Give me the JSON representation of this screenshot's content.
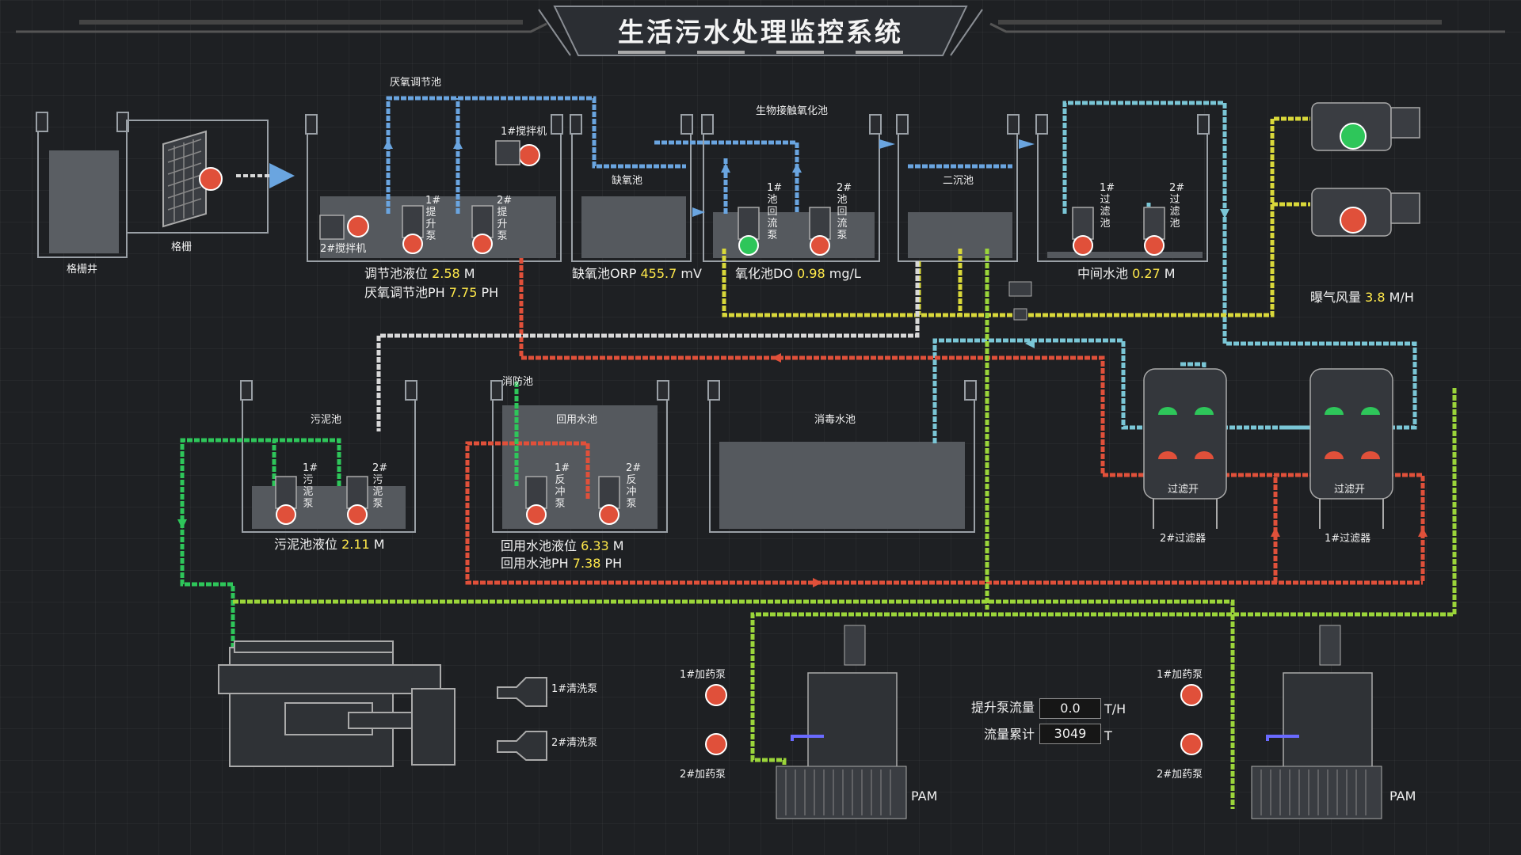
{
  "title": "生活污水处理监控系统",
  "colors": {
    "blue": "#6aa5e0",
    "green": "#2ec65a",
    "red": "#e0503a",
    "yellow": "#d9d83a",
    "lime": "#9bd53a",
    "cyan": "#7ac6d6",
    "white": "#d8d8d8",
    "value": "#ffe94a"
  },
  "labels": {
    "grid_well": "格栅井",
    "grid": "格栅",
    "anaerobic_reg_tank": "厌氧调节池",
    "stirrer1": "1#搅拌机",
    "stirrer2": "2#搅拌机",
    "lift_pump1": "1#提升泵",
    "lift_pump2": "2#提升泵",
    "anoxic_tank": "缺氧池",
    "bio_tank": "生物接触氧化池",
    "return_pump1": "1#池回流泵",
    "return_pump2": "2#池回流泵",
    "secondary_tank": "二沉池",
    "filter_pump1": "1#过滤池",
    "filter_pump2": "2#过滤池",
    "sludge_tank": "污泥池",
    "sludge_pump1": "1#污泥泵",
    "sludge_pump2": "2#污泥泵",
    "fire_tank": "消防池",
    "reuse_tank": "回用水池",
    "backwash_pump1": "1#反冲泵",
    "backwash_pump2": "2#反冲泵",
    "disinfect_tank": "消毒水池",
    "filter_open1": "过滤开",
    "filter_open2": "过滤开",
    "filter2": "2#过滤器",
    "filter1": "1#过滤器",
    "wash_pump1": "1#清洗泵",
    "wash_pump2": "2#清洗泵",
    "dose_pump1_a": "1#加药泵",
    "dose_pump2_a": "2#加药泵",
    "dose_pump1_b": "1#加药泵",
    "dose_pump2_b": "2#加药泵",
    "pam_a": "PAM",
    "pam_b": "PAM"
  },
  "readings": {
    "reg_level": {
      "label": "调节池液位 ",
      "value": "2.58",
      "unit": " M"
    },
    "reg_ph": {
      "label": "厌氧调节池PH ",
      "value": "7.75",
      "unit": " PH"
    },
    "anoxic_orp": {
      "label": "缺氧池ORP ",
      "value": "455.7",
      "unit": " mV"
    },
    "oxidation_do": {
      "label": "氧化池DO ",
      "value": "0.98",
      "unit": " mg/L"
    },
    "mid_level": {
      "label": "中间水池 ",
      "value": "0.27",
      "unit": " M"
    },
    "aeration": {
      "label": "曝气风量 ",
      "value": "3.8",
      "unit": " M/H"
    },
    "sludge_level": {
      "label": "污泥池液位 ",
      "value": "2.11",
      "unit": " M"
    },
    "reuse_level": {
      "label": "回用水池液位 ",
      "value": "6.33",
      "unit": " M"
    },
    "reuse_ph": {
      "label": "回用水池PH ",
      "value": "7.38",
      "unit": " PH"
    }
  },
  "flow": {
    "lift_flow_label": "提升泵流量",
    "lift_flow_value": "0.0",
    "lift_flow_unit": "T/H",
    "total_label": "流量累计",
    "total_value": "3049",
    "total_unit": "T"
  },
  "icons": [
    "pump-icon",
    "stirrer-icon",
    "blower-icon",
    "valve-icon",
    "filter-vessel-icon",
    "filter-press-icon",
    "chemical-tank-icon"
  ]
}
